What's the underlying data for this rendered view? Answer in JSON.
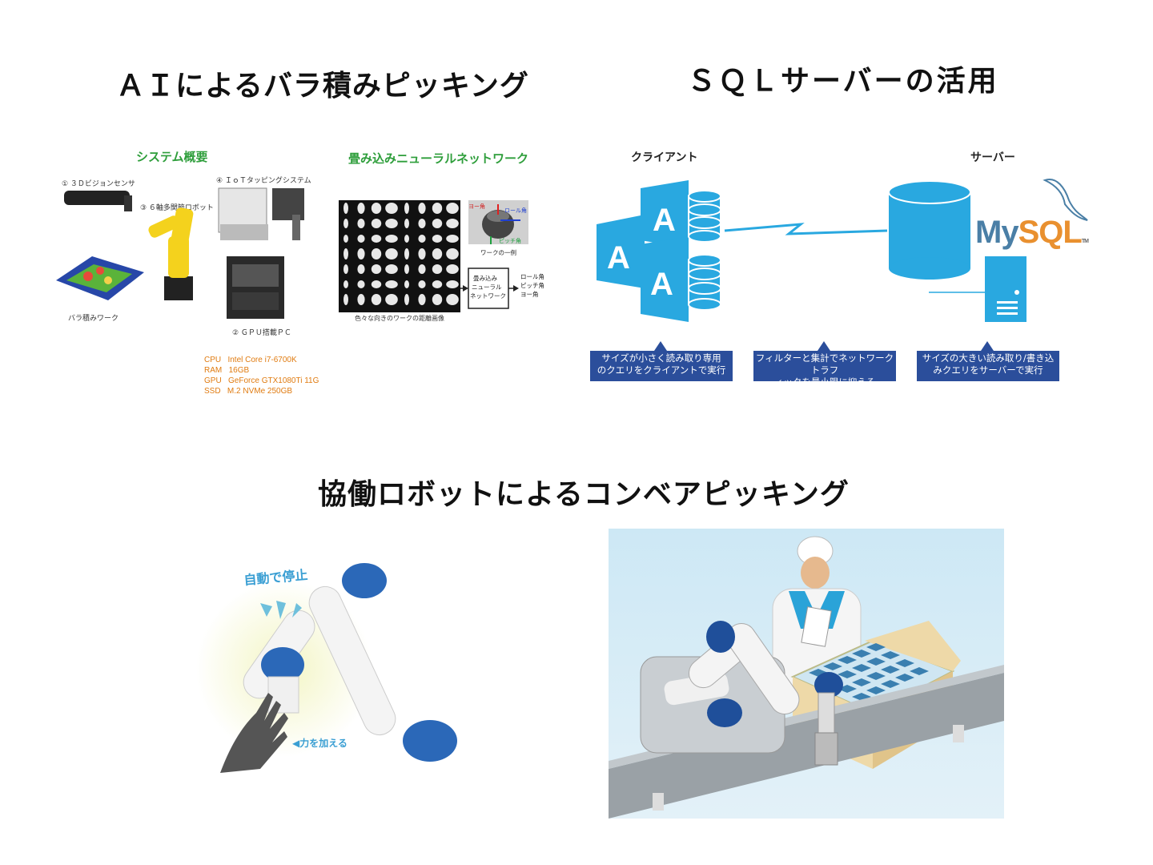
{
  "headings": {
    "ai_picking": "ＡＩによるバラ積みピッキング",
    "sql_server": "ＳＱＬサーバーの活用",
    "cobot_conveyor": "協働ロボットによるコンベアピッキング"
  },
  "ai_panel": {
    "system_overview": "システム概要",
    "cnn_title": "畳み込みニューラルネットワーク",
    "label_3d_sensor": "① ３Ｄビジョンセンサ",
    "label_robot": "③ ６軸多関節ロボット",
    "label_iot": "④ ＩｏＴタッピングシステム",
    "label_workpieces": "バラ積みワーク",
    "label_gpu_pc": "② ＧＰＵ搭載ＰＣ",
    "label_images": "色々な向きのワークの距離画像",
    "label_work_example": "ワークの一例",
    "label_yaw": "ヨー角",
    "label_roll": "ロール角",
    "label_pitch": "ピッチ角",
    "cnn_box": [
      "畳み込み",
      "ニューラル",
      "ネットワーク"
    ],
    "outputs": [
      "ロール角",
      "ピッチ角",
      "ヨー角"
    ],
    "specs": [
      {
        "key": "CPU",
        "value": "Intel Core i7-6700K"
      },
      {
        "key": "RAM",
        "value": "16GB"
      },
      {
        "key": "GPU",
        "value": "GeForce GTX1080Ti 11G"
      },
      {
        "key": "SSD",
        "value": "M.2 NVMe 250GB"
      }
    ]
  },
  "sql_panel": {
    "client_label": "クライアント",
    "server_label": "サーバー",
    "app_icon_letter": "A",
    "mysql_my": "My",
    "mysql_sql": "SQL",
    "mysql_tm": "TM",
    "callouts": [
      [
        "サイズが小さく読み取り専用",
        "のクエリをクライアントで実行"
      ],
      [
        "フィルターと集計でネットワーク トラフ",
        "ィックを最小限に抑える"
      ],
      [
        "サイズの大きい読み取り/書き込",
        "みクエリをサーバーで実行"
      ]
    ],
    "colors": {
      "accent": "#29a8e0",
      "callout": "#2b4e9b"
    }
  },
  "cobot_panel": {
    "auto_stop": "自動で停止",
    "apply_force": "◀力を加える"
  }
}
